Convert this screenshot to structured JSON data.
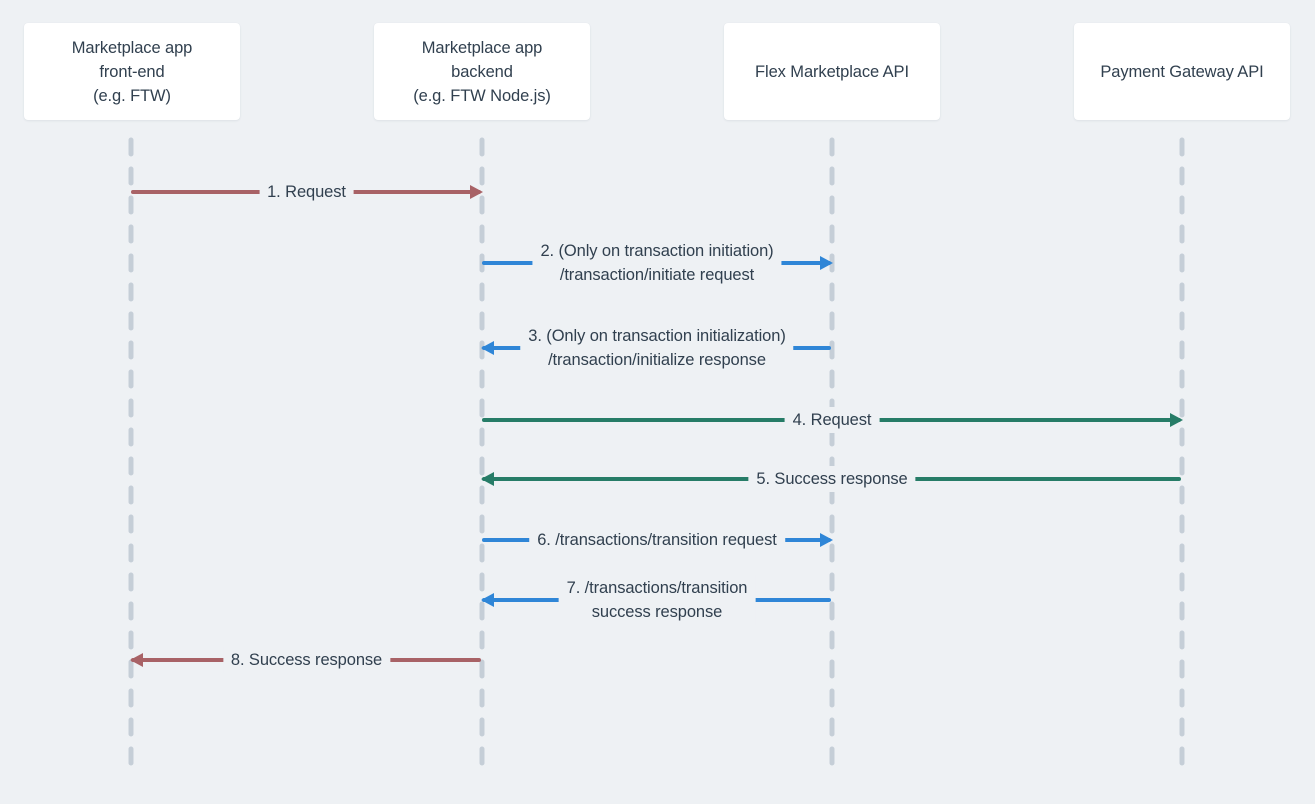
{
  "diagram": {
    "type": "sequence-diagram",
    "background_color": "#eef1f4",
    "lifeline_color": "#c5ced7",
    "text_color": "#31404f",
    "actors": [
      {
        "id": "marketplace-frontend",
        "lines": [
          "Marketplace app",
          "front-end",
          "(e.g. FTW)"
        ]
      },
      {
        "id": "marketplace-backend",
        "lines": [
          "Marketplace app",
          "backend",
          "(e.g. FTW Node.js)"
        ]
      },
      {
        "id": "flex-marketplace-api",
        "lines": [
          "Flex Marketplace API"
        ]
      },
      {
        "id": "payment-gateway-api",
        "lines": [
          "Payment Gateway API"
        ]
      }
    ],
    "messages": [
      {
        "num": 1,
        "lines": [
          "1. Request"
        ],
        "from": "Marketplace app front-end",
        "to": "Marketplace app backend",
        "direction": "right",
        "color": "#a86266"
      },
      {
        "num": 2,
        "lines": [
          "2. (Only on transaction initiation)",
          "/transaction/initiate request"
        ],
        "from": "Marketplace app backend",
        "to": "Flex Marketplace API",
        "direction": "right",
        "color": "#2f86d7"
      },
      {
        "num": 3,
        "lines": [
          "3. (Only on transaction initialization)",
          "/transaction/initialize response"
        ],
        "from": "Flex Marketplace API",
        "to": "Marketplace app backend",
        "direction": "left",
        "color": "#2f86d7"
      },
      {
        "num": 4,
        "lines": [
          "4. Request"
        ],
        "from": "Marketplace app backend",
        "to": "Payment Gateway API",
        "direction": "right",
        "color": "#267c67"
      },
      {
        "num": 5,
        "lines": [
          "5. Success response"
        ],
        "from": "Payment Gateway API",
        "to": "Marketplace app backend",
        "direction": "left",
        "color": "#267c67"
      },
      {
        "num": 6,
        "lines": [
          "6. /transactions/transition request"
        ],
        "from": "Marketplace app backend",
        "to": "Flex Marketplace API",
        "direction": "right",
        "color": "#2f86d7"
      },
      {
        "num": 7,
        "lines": [
          "7. /transactions/transition",
          "success response"
        ],
        "from": "Flex Marketplace API",
        "to": "Marketplace app backend",
        "direction": "left",
        "color": "#2f86d7"
      },
      {
        "num": 8,
        "lines": [
          "8. Success response"
        ],
        "from": "Marketplace app backend",
        "to": "Marketplace app front-end",
        "direction": "left",
        "color": "#a86266"
      }
    ]
  }
}
